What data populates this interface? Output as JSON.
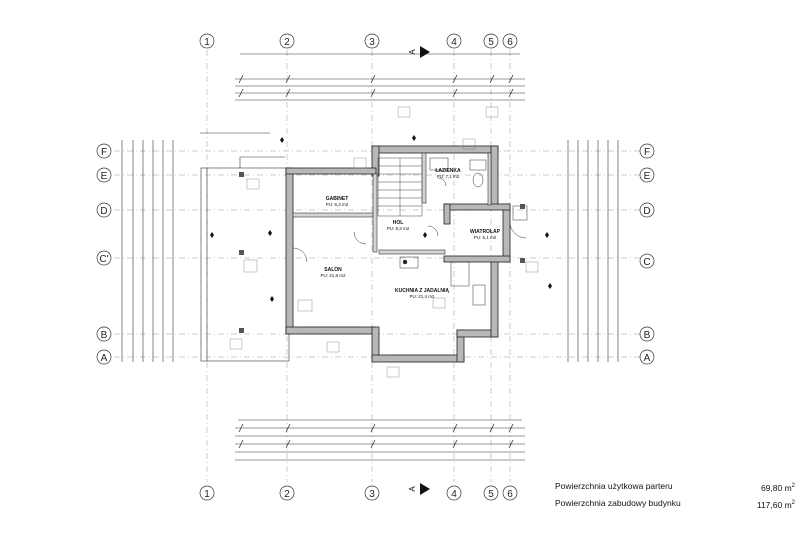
{
  "grid": {
    "columns": [
      "1",
      "2",
      "3",
      "4",
      "5",
      "6"
    ],
    "rows": [
      "F",
      "E",
      "D",
      "C'",
      "B",
      "A"
    ],
    "rows_right": [
      "F",
      "E",
      "D",
      "C",
      "B",
      "A"
    ]
  },
  "section_mark": "A",
  "rooms": [
    {
      "name": "GABINET",
      "area": "PU: 6,3 m2"
    },
    {
      "name": "ŁAZIENKA",
      "area": "PU: 7,1 m2"
    },
    {
      "name": "HOL",
      "area": "PU: 8,3 m2"
    },
    {
      "name": "WIATROŁAP",
      "area": "PU: 5,1 m2"
    },
    {
      "name": "SALON",
      "area": "PU: 21,8 m2"
    },
    {
      "name": "KUCHNIA Z JADALNIĄ",
      "area": "PU: 21,4 m2"
    }
  ],
  "summary": [
    {
      "label": "Powierzchnia użytkowa parteru",
      "value": "69,80 m",
      "unit_sup": "2"
    },
    {
      "label": "Powierzchnia zabudowy budynku",
      "value": "117,60 m",
      "unit_sup": "2"
    }
  ]
}
